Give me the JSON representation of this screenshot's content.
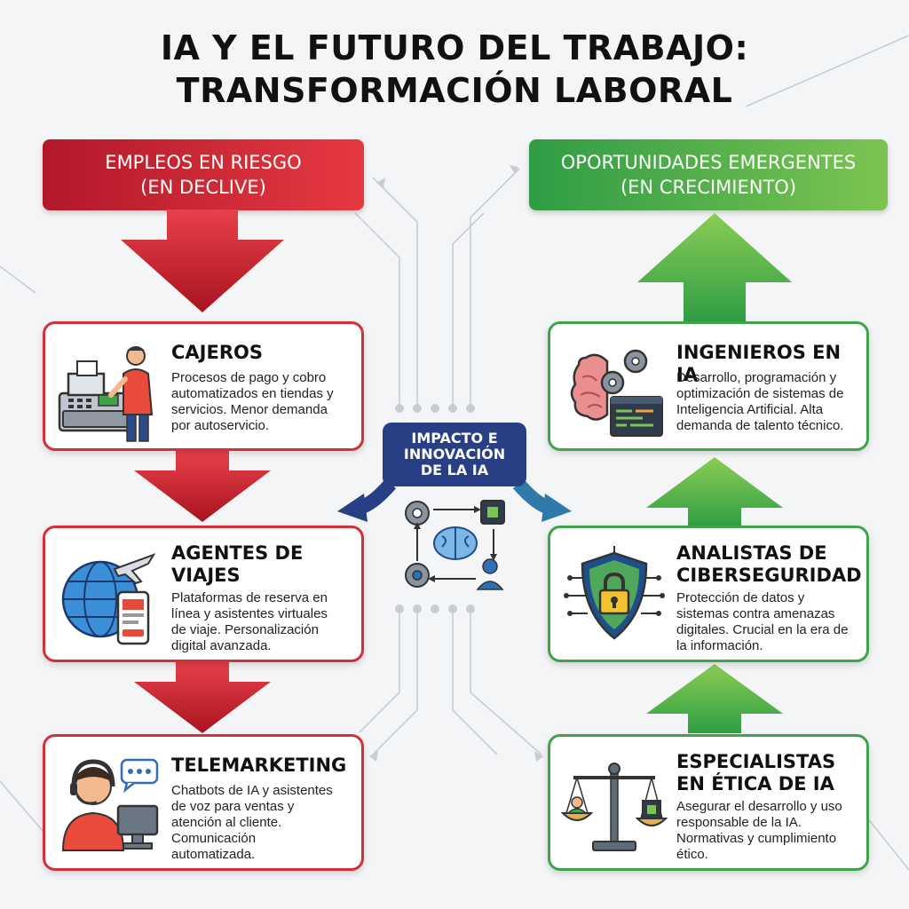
{
  "title": {
    "line1": "IA Y EL FUTURO DEL TRABAJO:",
    "line2": "TRANSFORMACIÓN LABORAL"
  },
  "decline": {
    "heading": "EMPLEOS EN RIESGO",
    "subheading": "(EN DECLIVE)",
    "color": "#d3303a",
    "cards": [
      {
        "title_lines": [
          "CAJEROS"
        ],
        "desc_lines": [
          "Procesos de pago y cobro",
          "automatizados en tiendas y",
          "servicios. Menor demanda",
          "por autoservicio."
        ],
        "icon": "cash-register-icon"
      },
      {
        "title_lines": [
          "AGENTES DE",
          "VIAJES"
        ],
        "desc_lines": [
          "Plataformas de reserva en",
          "línea y asistentes virtuales",
          "de viaje. Personalización",
          "digital avanzada."
        ],
        "icon": "globe-airplane-icon"
      },
      {
        "title_lines": [
          "TELEMARKETING"
        ],
        "desc_lines": [
          "Chatbots de IA y asistentes",
          "de voz para ventas y",
          "atención al cliente.",
          "Comunicación",
          "automatizada."
        ],
        "icon": "headset-operator-icon"
      }
    ]
  },
  "growth": {
    "heading": "OPORTUNIDADES EMERGENTES",
    "subheading": "(EN CRECIMIENTO)",
    "color": "#3fa347",
    "cards": [
      {
        "title_lines": [
          "INGENIEROS EN IA"
        ],
        "desc_lines": [
          "Desarrollo, programación y",
          "optimización de sistemas de",
          "Inteligencia Artificial. Alta",
          "demanda de talento técnico."
        ],
        "icon": "brain-gears-icon"
      },
      {
        "title_lines": [
          "ANALISTAS DE",
          "CIBERSEGURIDAD"
        ],
        "desc_lines": [
          "Protección de datos y",
          "sistemas contra amenazas",
          "digitales. Crucial en la era de",
          "la información."
        ],
        "icon": "shield-lock-icon"
      },
      {
        "title_lines": [
          "ESPECIALISTAS",
          "EN ÉTICA DE IA"
        ],
        "desc_lines": [
          "Asegurar el desarrollo y uso",
          "responsable de la IA.",
          "Normativas y cumplimiento",
          "ético."
        ],
        "icon": "scales-icon"
      }
    ]
  },
  "hub": {
    "lines": [
      "IMPACTO E",
      "INNOVACIÓN",
      "DE LA IA"
    ],
    "color": "#283f86"
  }
}
